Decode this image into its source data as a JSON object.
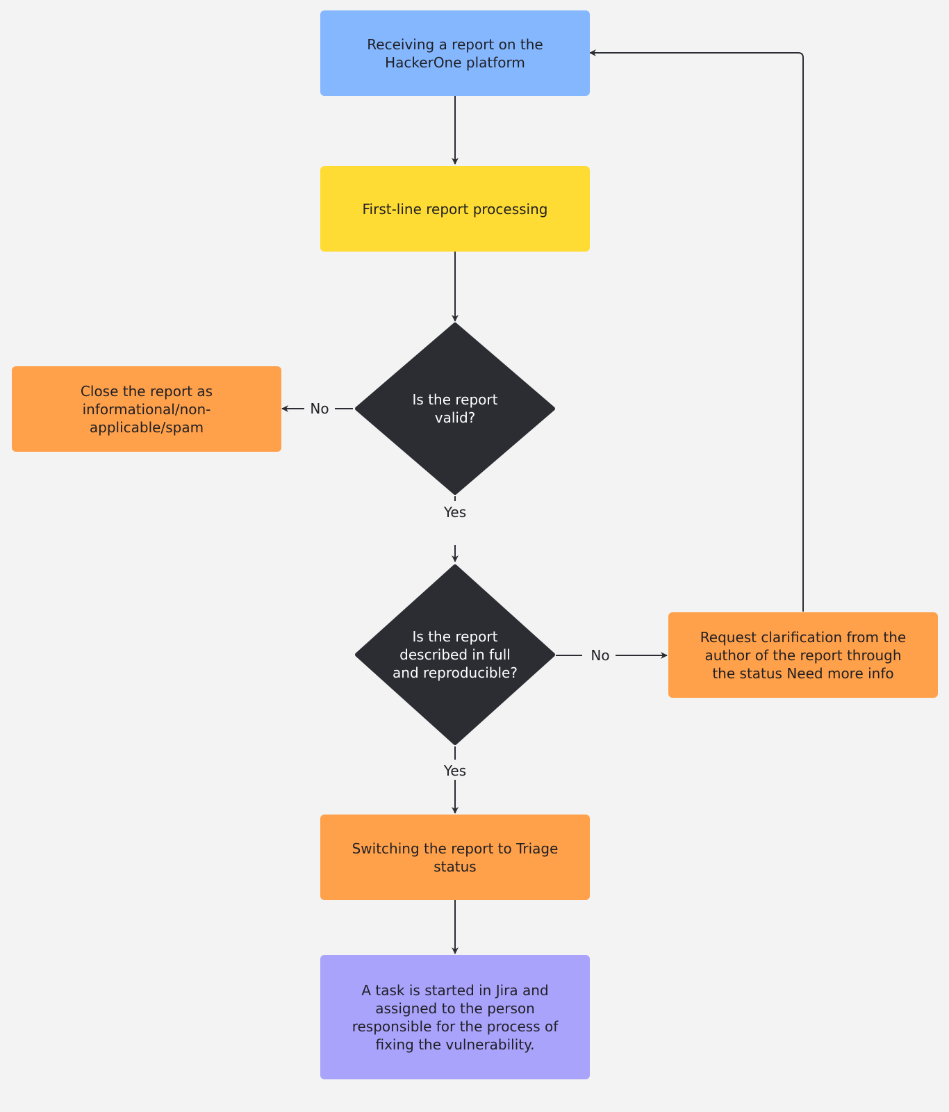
{
  "colors": {
    "background": "#f3f3f3",
    "start_node": "#85b7ff",
    "processing_node": "#ffdc33",
    "action_node": "#ffa04a",
    "final_node": "#aaa3fb",
    "decision_node": "#2b2d33",
    "connector": "#2b2d33"
  },
  "nodes": {
    "receive": "Receiving a report on the HackerOne platform",
    "first_line": "First-line report processing",
    "close": "Close the report as informational/non-applicable/spam",
    "valid": "Is the report valid?",
    "described": "Is the report described in full and reproducible?",
    "clarify": "Request clarification from the author of the report through the status Need more info",
    "triage": "Switching the report to Triage status",
    "jira": "A task is started in Jira and assigned to the person responsible for the process of fixing the vulnerability."
  },
  "edge_labels": {
    "valid_no": "No",
    "valid_yes": "Yes",
    "described_no": "No",
    "described_yes": "Yes"
  }
}
